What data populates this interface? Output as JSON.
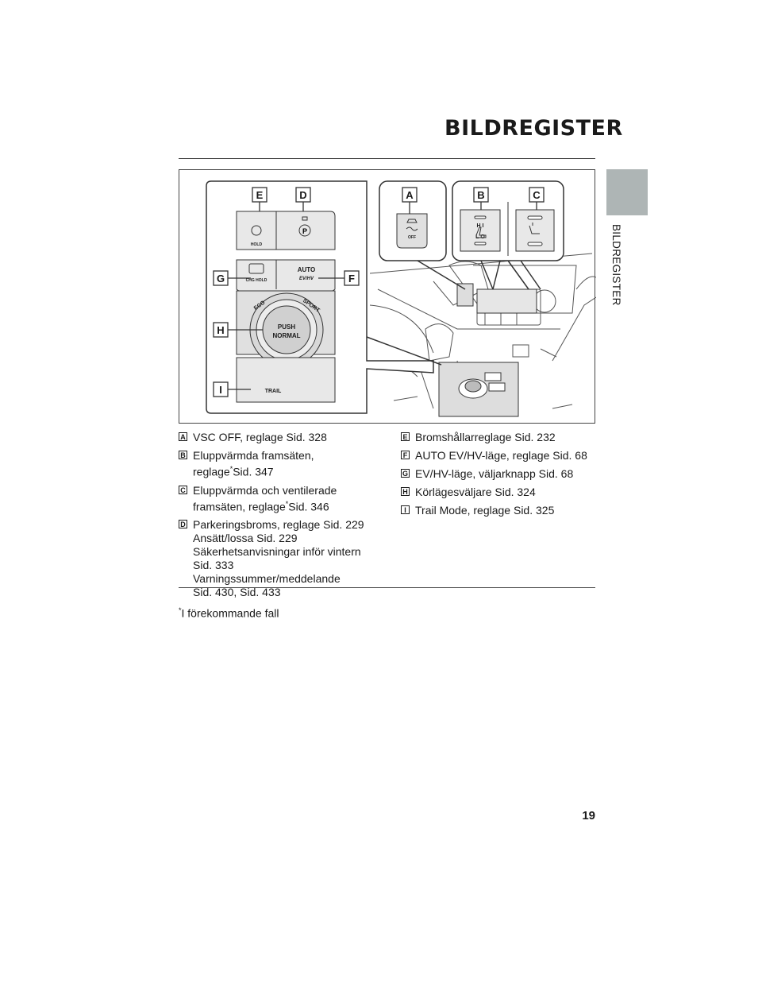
{
  "header": {
    "title": "BILDREGISTER"
  },
  "side_tab": {
    "label": "BILDREGISTER"
  },
  "figure": {
    "callouts": [
      "E",
      "D",
      "A",
      "B",
      "C",
      "G",
      "F",
      "H",
      "I"
    ],
    "panel_texts": {
      "hold": "HOLD",
      "chg_hold": "CHG HOLD",
      "auto": "AUTO",
      "ev_hv": "EV/HV",
      "eco": "ECO",
      "sport": "SPORT",
      "push": "PUSH",
      "normal": "NORMAL",
      "trail": "TRAIL",
      "off": "OFF",
      "hi": "H I",
      "lo": "L O"
    }
  },
  "legend_left": [
    {
      "letter": "A",
      "lines": [
        "VSC OFF, reglage Sid. 328"
      ]
    },
    {
      "letter": "B",
      "lines": [
        "Eluppvärmda framsäten,",
        "reglage",
        "*",
        "Sid. 347"
      ],
      "format": "star"
    },
    {
      "letter": "C",
      "lines": [
        "Eluppvärmda och ventilerade",
        "framsäten, reglage",
        "*",
        "Sid. 346"
      ],
      "format": "star"
    },
    {
      "letter": "D",
      "lines": [
        "Parkeringsbroms, reglage Sid. 229",
        "Ansätt/lossa Sid. 229",
        "Säkerhetsanvisningar inför vintern",
        "Sid. 333",
        "Varningssummer/meddelande",
        "Sid. 430, Sid. 433"
      ]
    }
  ],
  "legend_right": [
    {
      "letter": "E",
      "lines": [
        "Bromshållarreglage Sid. 232"
      ]
    },
    {
      "letter": "F",
      "lines": [
        "AUTO EV/HV-läge, reglage Sid. 68"
      ]
    },
    {
      "letter": "G",
      "lines": [
        "EV/HV-läge, väljarknapp Sid. 68"
      ]
    },
    {
      "letter": "H",
      "lines": [
        "Körlägesväljare Sid. 324"
      ]
    },
    {
      "letter": "I",
      "lines": [
        "Trail Mode, reglage Sid. 325"
      ]
    }
  ],
  "footnote": {
    "star": "*",
    "text": "I förekommande fall"
  },
  "page_number": "19"
}
